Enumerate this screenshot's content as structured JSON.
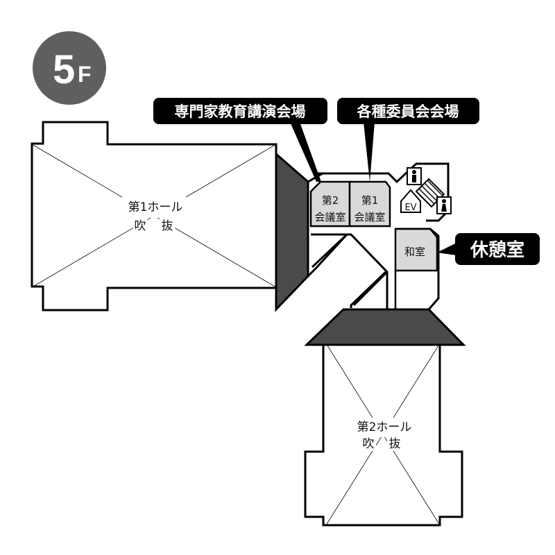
{
  "floor_badge": {
    "number": "5",
    "suffix": "F",
    "color": "#5f5f5f"
  },
  "callouts": {
    "expert_hall": "専門家教育講演会場",
    "committee_hall": "各種委員会会場",
    "rest_room": "休憩室"
  },
  "rooms": {
    "hall1": {
      "line1": "第1ホール",
      "line2a": "吹",
      "line2b": "抜"
    },
    "hall2": {
      "line1": "第2ホール",
      "line2a": "吹",
      "line2b": "抜"
    },
    "meeting2": {
      "line1": "第2",
      "line2": "会議室"
    },
    "meeting1": {
      "line1": "第1",
      "line2": "会議室"
    },
    "washitsu": "和室"
  },
  "facilities": {
    "elevator": "EV"
  },
  "icons": [
    "male-restroom-icon",
    "female-restroom-icon",
    "staircase-icon",
    "elevator-icon"
  ],
  "colors": {
    "wall": "#000000",
    "dark_fill": "#4a4a4a",
    "room_fill": "#d9d9d9",
    "callout_bg": "#000000",
    "callout_text": "#ffffff"
  }
}
